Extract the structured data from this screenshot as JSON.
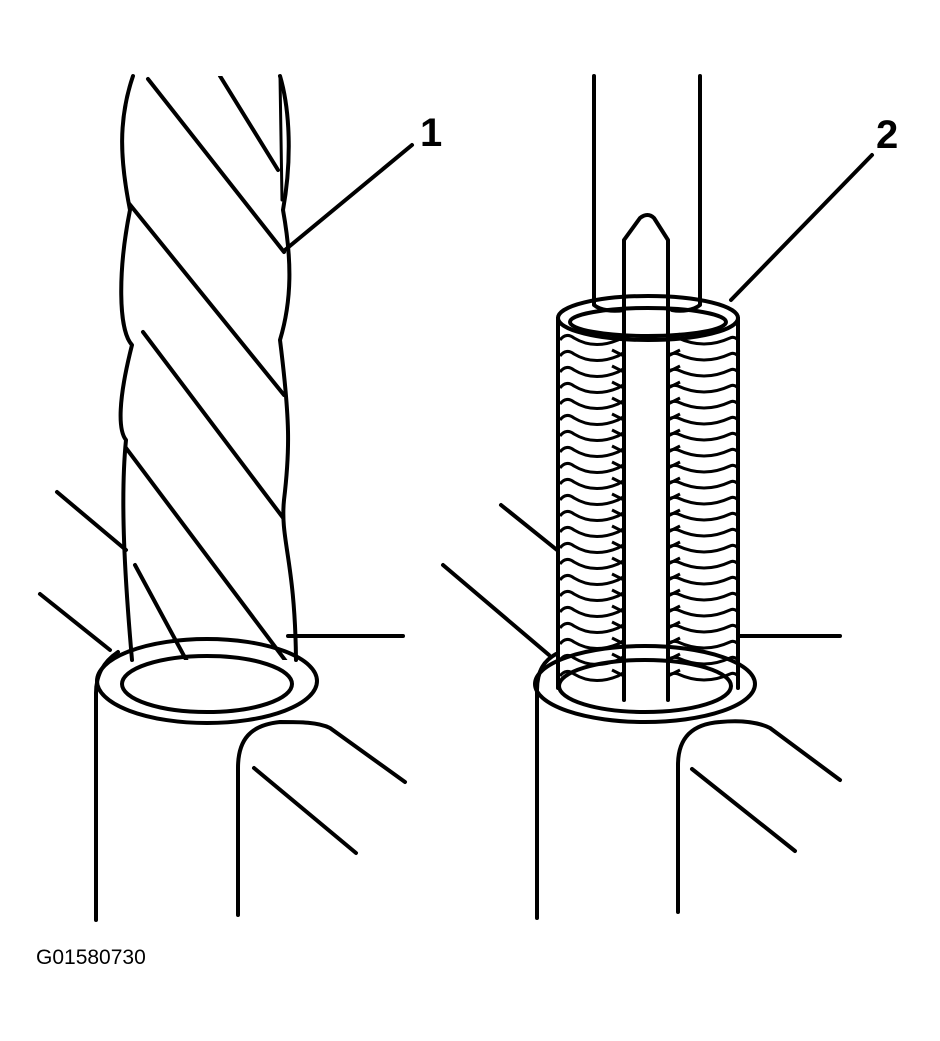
{
  "diagram": {
    "callouts": [
      {
        "id": "1",
        "label": "1",
        "depicts": "twist-drill-bit"
      },
      {
        "id": "2",
        "label": "2",
        "depicts": "thread-insert-with-tool"
      }
    ],
    "figure_id": "G01580730",
    "colors": {
      "ink": "#000000",
      "paper": "#ffffff"
    }
  }
}
